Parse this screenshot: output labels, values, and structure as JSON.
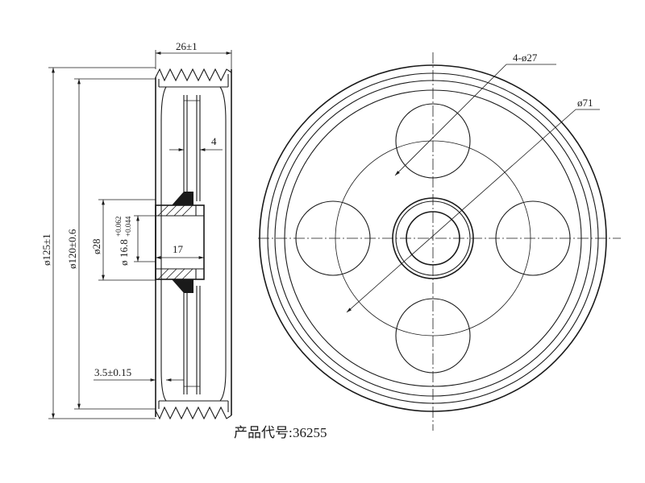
{
  "side_view": {
    "dim_width": "26±1",
    "dim_groove": "4",
    "dim_bore": "16.8",
    "dim_bore_upper_tol": "+0.062",
    "dim_bore_lower_tol": "+0.044",
    "dim_hub": "ø28",
    "dim_hub_len": "17",
    "dim_flange": "3.5±0.15",
    "dim_outer": "ø125±1",
    "dim_pitch": "ø120±0.6"
  },
  "front_view": {
    "dim_holes": "4-ø27",
    "dim_circle": "ø71"
  },
  "caption": {
    "label": "产品代号:",
    "code": "36255"
  }
}
